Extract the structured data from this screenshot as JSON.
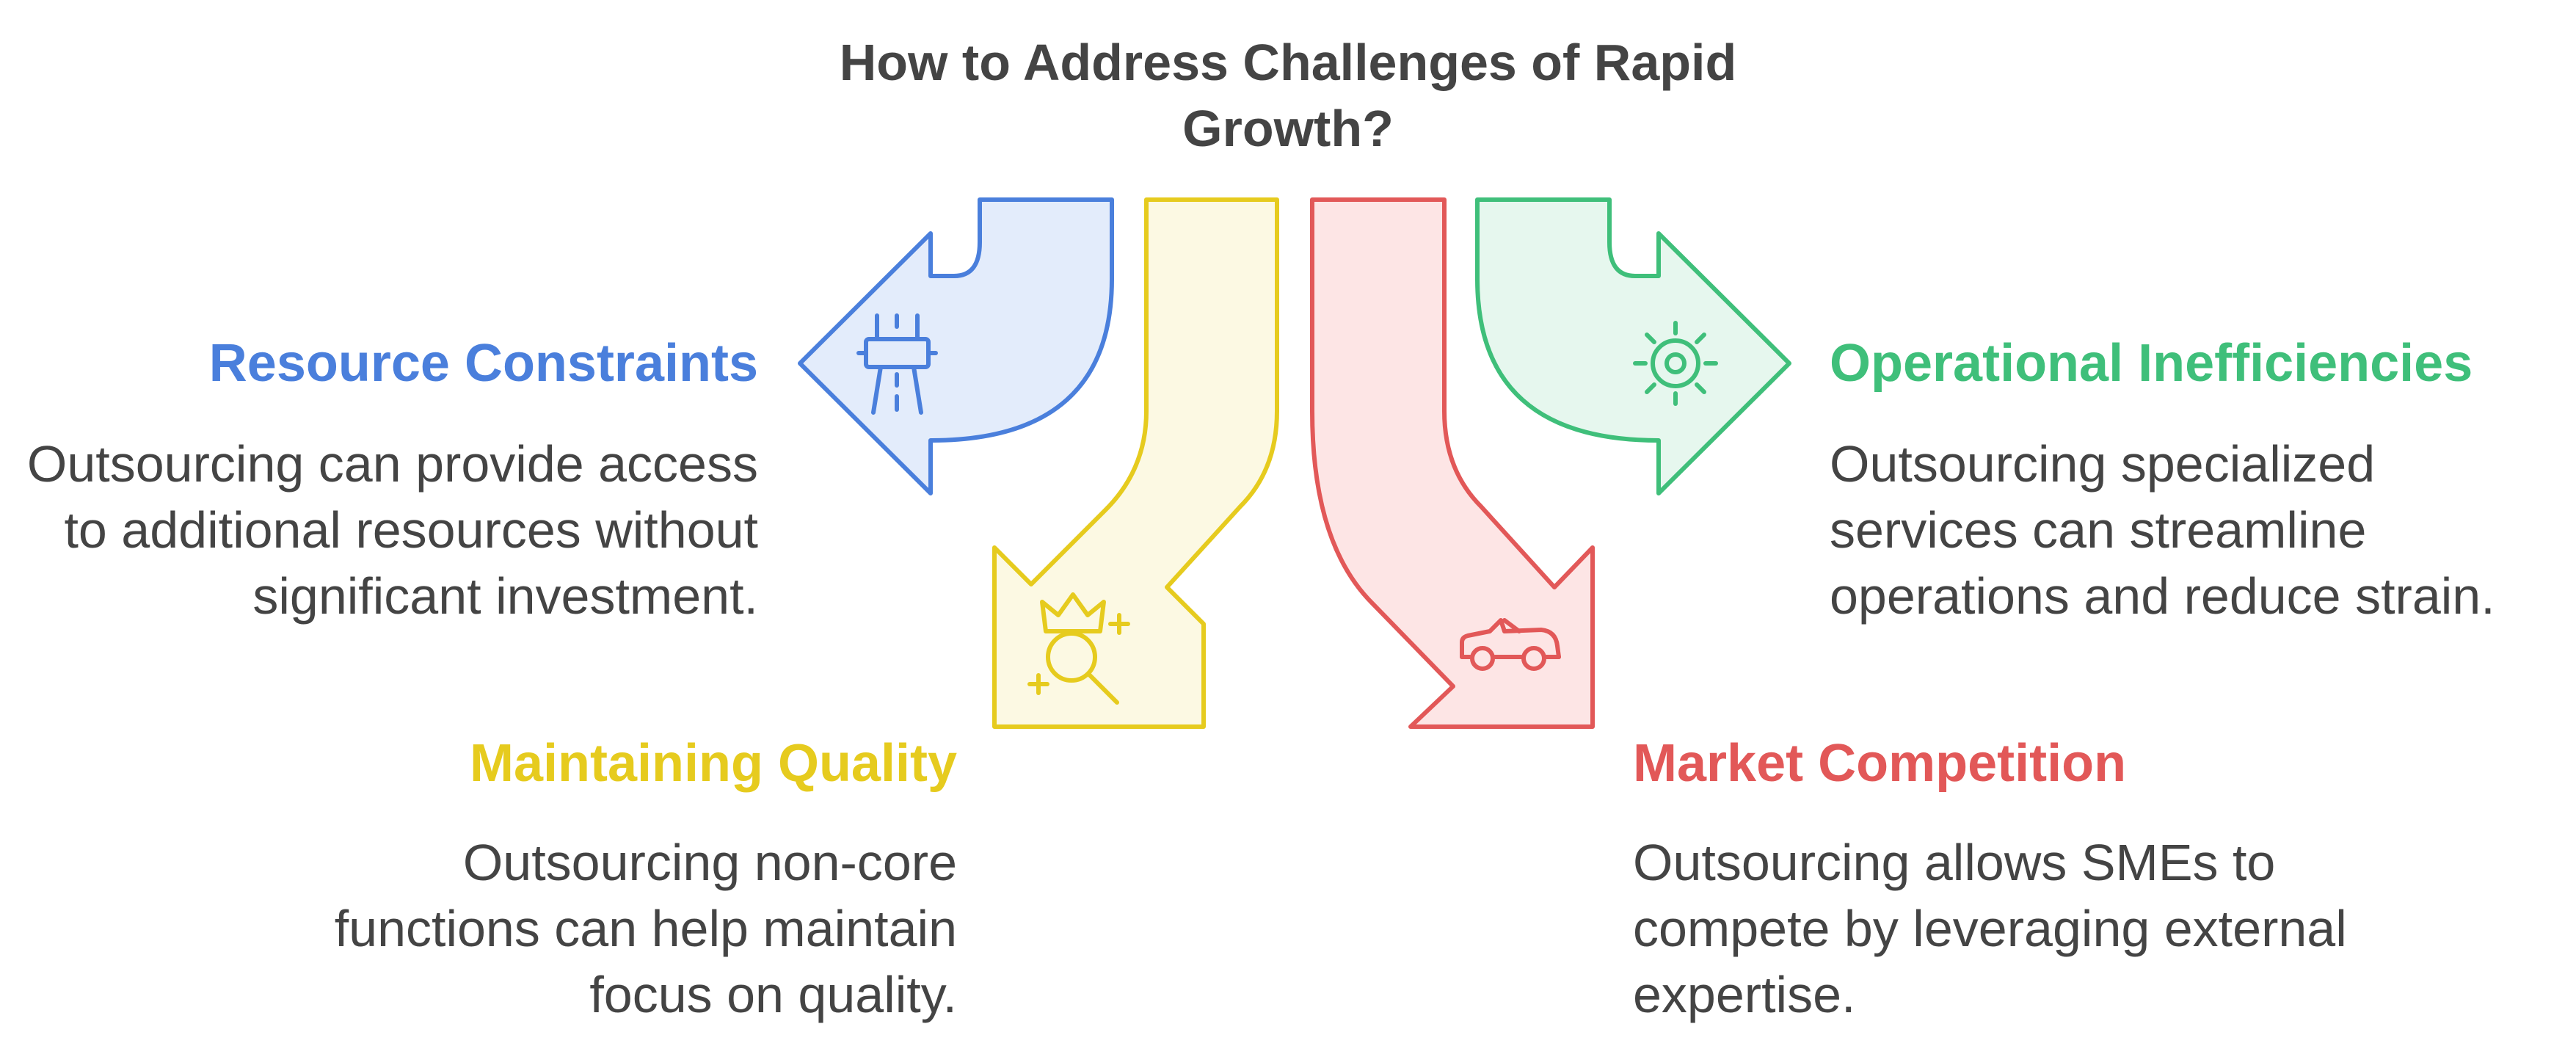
{
  "title": "How to Address Challenges of Rapid Growth?",
  "colors": {
    "blue": "#4a7fdc",
    "blue_fill": "#e3ecfb",
    "yellow": "#e6cb1e",
    "yellow_fill": "#fcf9e3",
    "red": "#e25858",
    "red_fill": "#fde5e5",
    "green": "#3fbf7a",
    "green_fill": "#e6f7ee",
    "text": "#444444"
  },
  "items": [
    {
      "heading": "Resource Constraints",
      "description": "Outsourcing can provide access to additional resources without significant investment.",
      "icon": "highway-icon"
    },
    {
      "heading": "Maintaining Quality",
      "description": "Outsourcing non-core functions can help maintain focus on quality.",
      "icon": "crown-magnifier-icon"
    },
    {
      "heading": "Market Competition",
      "description": "Outsourcing allows SMEs to compete by leveraging external expertise.",
      "icon": "convertible-car-icon"
    },
    {
      "heading": "Operational Inefficiencies",
      "description": "Outsourcing specialized services can streamline operations and reduce strain.",
      "icon": "gear-sun-icon"
    }
  ]
}
